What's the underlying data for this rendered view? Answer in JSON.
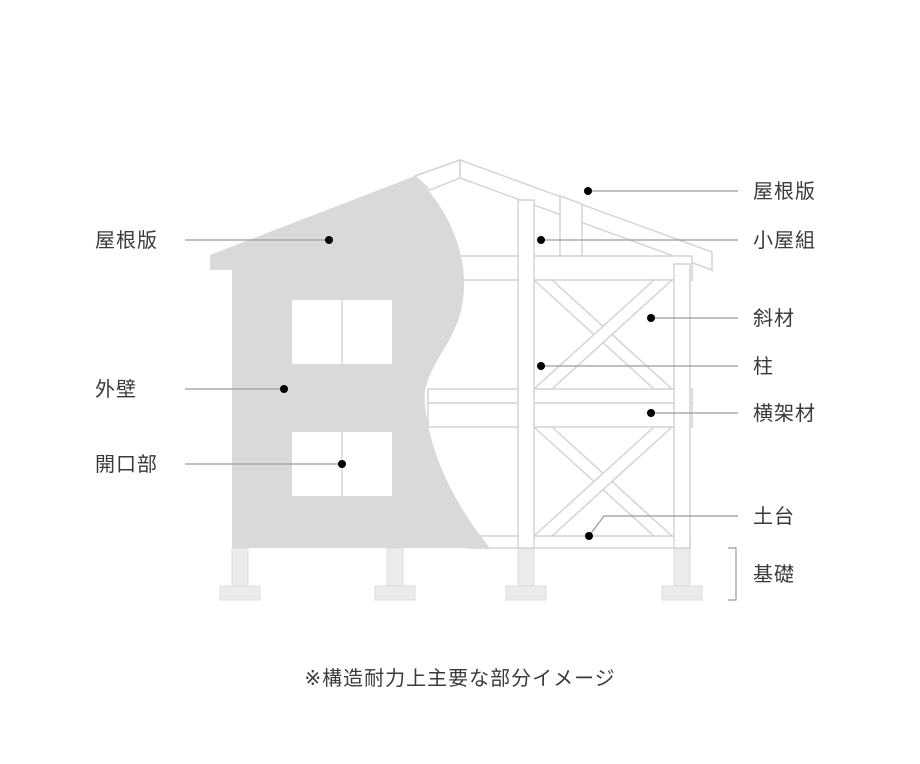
{
  "labels": {
    "left": {
      "roof_panel": "屋根版",
      "exterior_wall": "外壁",
      "opening": "開口部"
    },
    "right": {
      "roof_panel": "屋根版",
      "roof_truss": "小屋組",
      "brace": "斜材",
      "column": "柱",
      "beam": "横架材",
      "sill": "土台",
      "foundation": "基礎"
    }
  },
  "caption": "※構造耐力上主要な部分イメージ",
  "colors": {
    "wall_fill": "#d9d9d9",
    "frame_stroke": "#d4d4d4",
    "footing_fill": "#ebebeb",
    "leader_line": "#9a9a9a",
    "dot": "#000000",
    "text": "#3a3a3a"
  }
}
